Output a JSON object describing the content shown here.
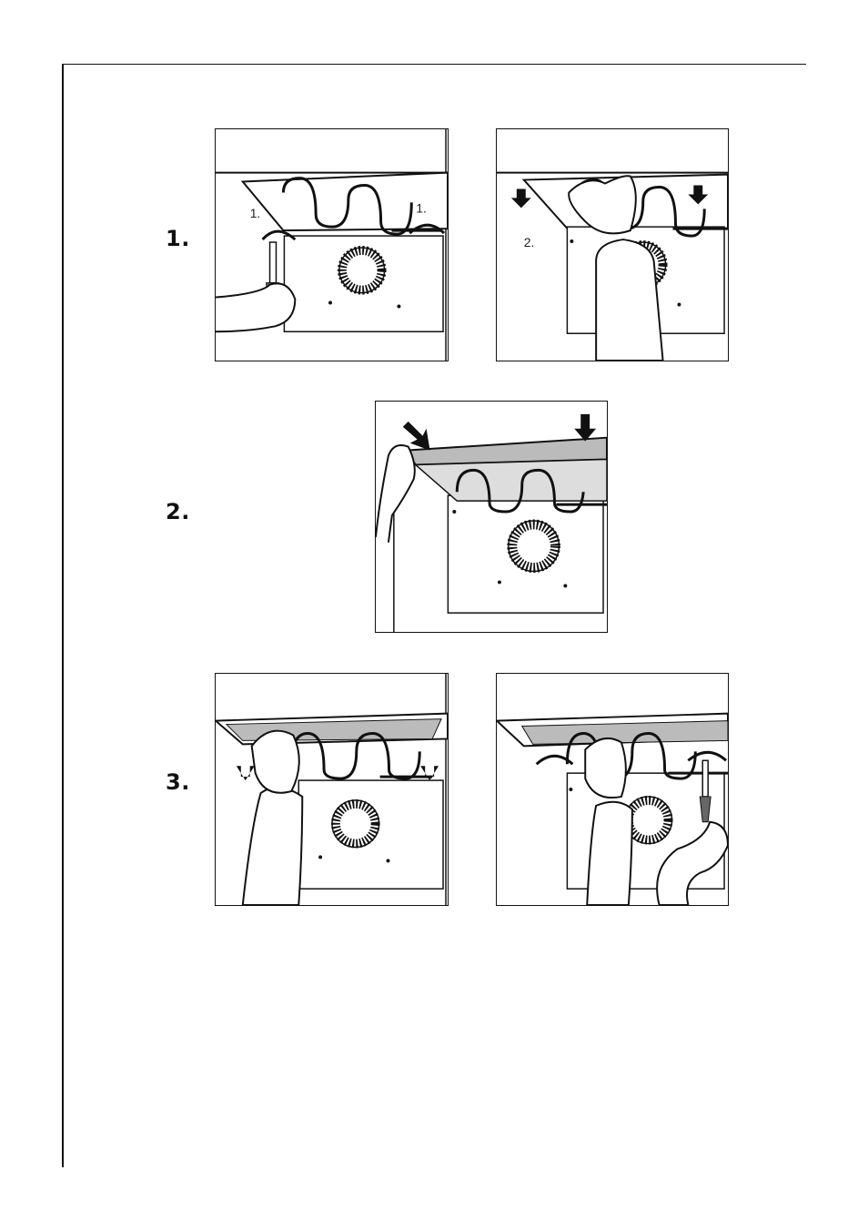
{
  "steps": [
    {
      "number": "1.",
      "labels": [
        "1.",
        "1.",
        "2."
      ]
    },
    {
      "number": "2."
    },
    {
      "number": "3."
    }
  ]
}
